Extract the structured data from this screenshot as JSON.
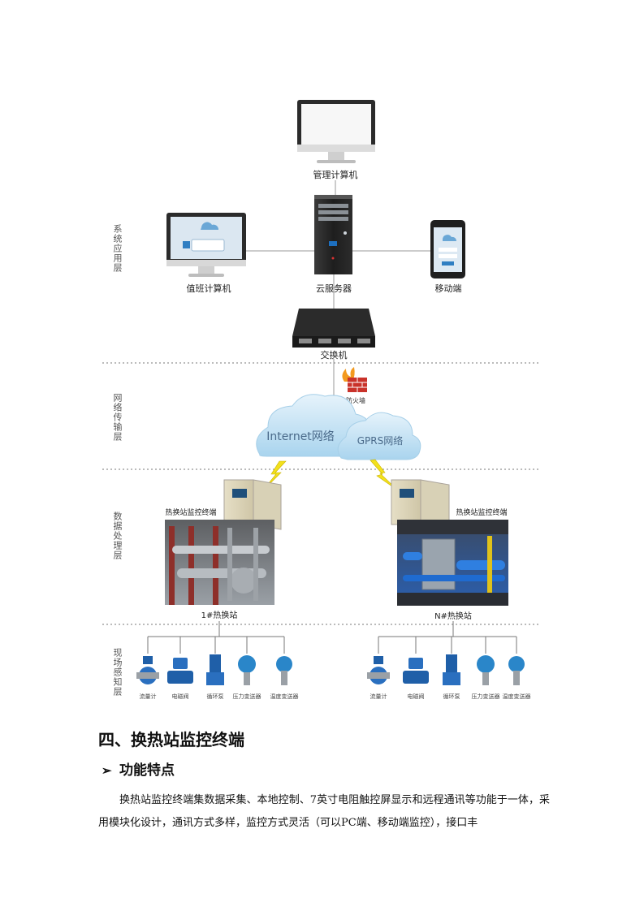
{
  "diagram": {
    "layers": {
      "application": "系统应用层",
      "network": "网络传输层",
      "data": "数据处理层",
      "field": "现场感知层"
    },
    "nodes": {
      "management_pc": "管理计算机",
      "duty_pc": "值班计算机",
      "cloud_server": "云服务器",
      "mobile": "移动端",
      "switch": "交换机",
      "firewall": "防火墙",
      "internet_cloud": "Internet网络",
      "gprs_cloud": "GPRS网络",
      "terminal_left": "热换站监控终端",
      "terminal_right": "热换站监控终端",
      "station_1": "1#热换站",
      "station_n": "N#热换站"
    },
    "devices_left": [
      "流量计",
      "电磁阀",
      "循环泵",
      "压力变送器",
      "温度变送器"
    ],
    "devices_right": [
      "流量计",
      "电磁阀",
      "循环泵",
      "压力变送器",
      "温度变送器"
    ]
  },
  "section": {
    "title": "四、换热站监控终端",
    "subtitle": "功能特点",
    "paragraph": "换热站监控终端集数据采集、本地控制、7英寸电阻触控屏显示和远程通讯等功能于一体，采用模块化设计，通讯方式多样，监控方式灵活（可以PC端、移动端监控），接口丰"
  }
}
